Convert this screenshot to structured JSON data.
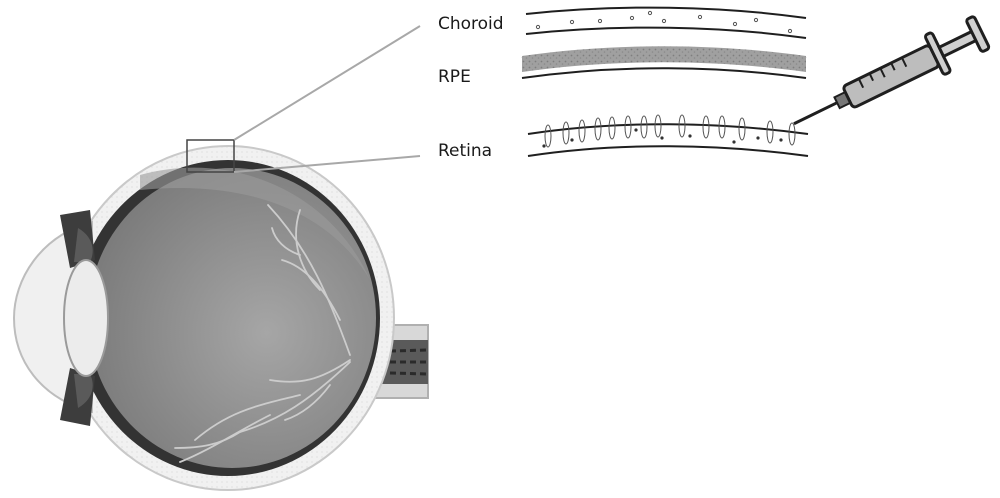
{
  "diagram": {
    "labels": {
      "choroid": "Choroid",
      "rpe": "RPE",
      "retina": "Retina"
    }
  },
  "colors": {
    "background": "#ffffff",
    "sclera_outline": "#cfcfcf",
    "eye_interior": "#8e8e8e",
    "choroid_band": "#3a3a3a",
    "rpe_band": "#9a9a9a",
    "vessels": "#c8c8c8",
    "lens": "#ececec",
    "syringe_barrel": "#bdbdbd",
    "lines": "#1f1f1f"
  },
  "icons": {
    "eye": "eye-cross-section",
    "syringe": "syringe-icon"
  }
}
